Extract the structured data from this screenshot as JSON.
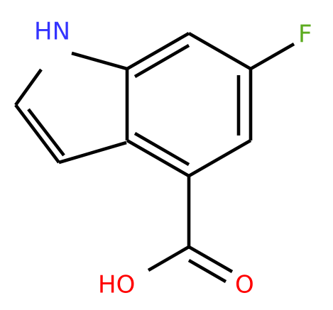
{
  "molecule": {
    "atoms": [
      {
        "id": "nh",
        "text": "HN",
        "color": "#3333ff"
      },
      {
        "id": "f",
        "text": "F",
        "color": "#5cab1f"
      },
      {
        "id": "oh",
        "text": "HO",
        "color": "#ff0000"
      },
      {
        "id": "o",
        "text": "O",
        "color": "#ff0000"
      }
    ],
    "bond_color": "#000000"
  }
}
